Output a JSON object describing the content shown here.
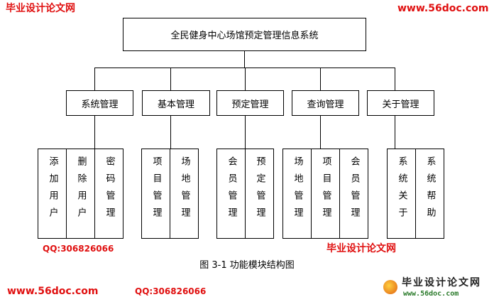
{
  "root": "全民健身中心场馆预定管理信息系统",
  "modules": [
    {
      "label": "系统管理",
      "children": [
        "添加用户",
        "删除用户",
        "密码管理"
      ]
    },
    {
      "label": "基本管理",
      "children": [
        "项目管理",
        "场地管理"
      ]
    },
    {
      "label": "预定管理",
      "children": [
        "会员管理",
        "预定管理"
      ]
    },
    {
      "label": "查询管理",
      "children": [
        "场地管理",
        "项目管理",
        "会员管理"
      ]
    },
    {
      "label": "关于管理",
      "children": [
        "系统关于",
        "系统帮助"
      ]
    }
  ],
  "caption": "图 3-1 功能模块结构图",
  "watermark": {
    "site": "www.56doc.com",
    "name": "毕业设计论文网",
    "qq": "QQ:306826066"
  },
  "colors": {
    "watermark": "#e01010"
  }
}
